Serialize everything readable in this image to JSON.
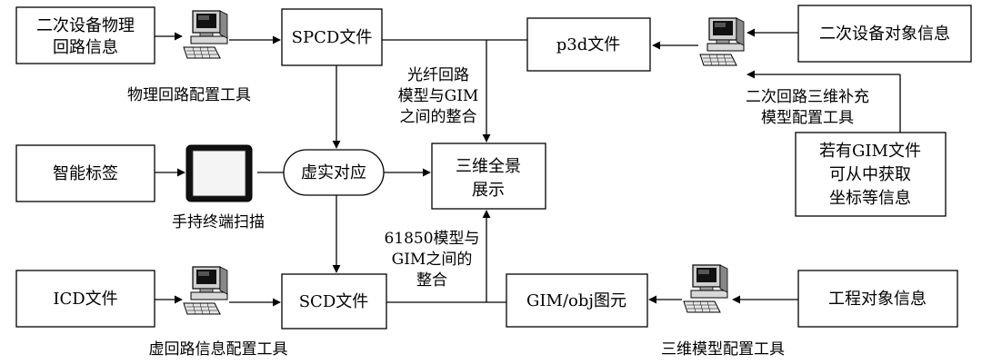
{
  "boxes": {
    "phys_info": [
      "二次设备物理",
      "回路信息"
    ],
    "spcd": "SPCD文件",
    "p3d": "p3d文件",
    "obj_info": "二次设备对象信息",
    "gim_hint": [
      "若有GIM文件",
      "可从中获取",
      "坐标等信息"
    ],
    "smart_tag": "智能标签",
    "virtual_real": "虚实对应",
    "panorama": [
      "三维全景",
      "展示"
    ],
    "icd": "ICD文件",
    "scd": "SCD文件",
    "gim_obj": "GIM/obj图元",
    "proj_info": "工程对象信息"
  },
  "captions": {
    "phys_tool": "物理回路配置工具",
    "fiber_merge": [
      "光纤回路",
      "模型与GIM",
      "之间的整合"
    ],
    "sec_tool": [
      "二次回路三维补充",
      "模型配置工具"
    ],
    "handheld": "手持终端扫描",
    "iec_merge": [
      "61850模型与",
      "GIM之间的",
      "整合"
    ],
    "virt_tool": "虚回路信息配置工具",
    "model_tool": "三维模型配置工具"
  },
  "icons": [
    "computer-icon",
    "tablet-icon"
  ]
}
